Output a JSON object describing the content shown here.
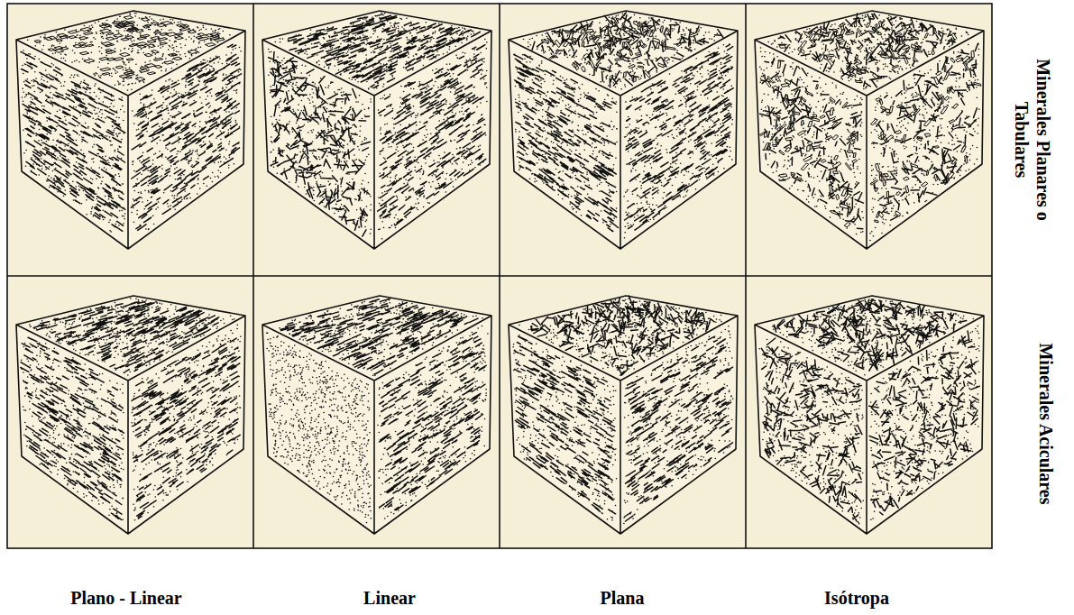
{
  "diagram": {
    "labels": [
      "Minerales Planares o Tabulares",
      "Minerales Aciculares",
      "Plano - Linear",
      "Linear",
      "Plana",
      "Isótropa"
    ]
  }
}
